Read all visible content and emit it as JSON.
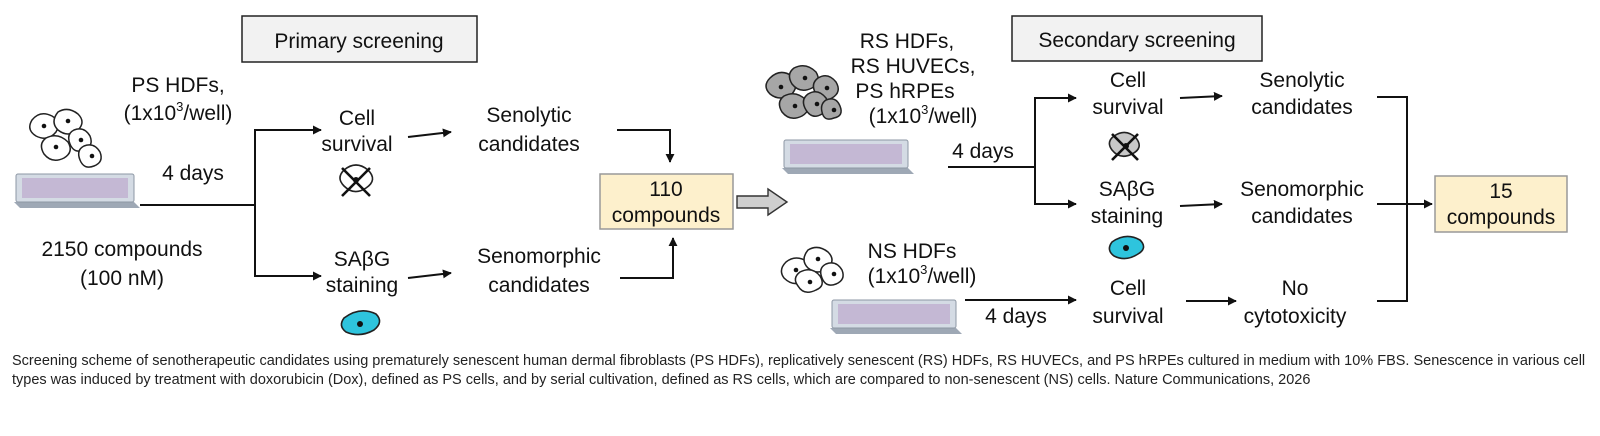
{
  "primary": {
    "header": "Primary screening",
    "cells_label_line1": "PS HDFs,",
    "cells_label_line2_pre": "(1x10",
    "cells_label_line2_sup": "3",
    "cells_label_line2_post": "/well)",
    "days": "4 days",
    "compounds_line1": "2150 compounds",
    "compounds_line2": "(100 nM)",
    "survival_line1": "Cell",
    "survival_line2": "survival",
    "stain_line1": "SAβG",
    "stain_line2": "staining",
    "senolytic_line1": "Senolytic",
    "senolytic_line2": "candidates",
    "senomorphic_line1": "Senomorphic",
    "senomorphic_line2": "candidates",
    "result_line1": "110",
    "result_line2": "compounds"
  },
  "secondary": {
    "header": "Secondary screening",
    "rs_line1": "RS HDFs,",
    "rs_line2": "RS HUVECs,",
    "rs_line3": "PS hRPEs",
    "rs_line4_pre": "(1x10",
    "rs_line4_sup": "3",
    "rs_line4_post": "/well)",
    "days_top": "4 days",
    "survival_line1": "Cell",
    "survival_line2": "survival",
    "stain_line1": "SAβG",
    "stain_line2": "staining",
    "senolytic_line1": "Senolytic",
    "senolytic_line2": "candidates",
    "senomorphic_line1": "Senomorphic",
    "senomorphic_line2": "candidates",
    "ns_line1": "NS HDFs",
    "ns_line2_pre": "(1x10",
    "ns_line2_sup": "3",
    "ns_line2_post": "/well)",
    "days_bottom": "4 days",
    "ns_survival_line1": "Cell",
    "ns_survival_line2": "survival",
    "notox_line1": "No",
    "notox_line2": "cytotoxicity",
    "result_line1": "15",
    "result_line2": "compounds"
  },
  "caption": "Screening scheme of senotherapeutic candidates using prematurely senescent human dermal fibroblasts (PS HDFs), replicatively senescent (RS) HDFs, RS HUVECs, and PS hRPEs cultured in medium with 10% FBS. Senescence in various cell types was induced by treatment with doxorubicin (Dox), defined as PS cells, and by serial cultivation, defined as RS cells, which are compared to non-senescent (NS) cells. Nature Communications, 2026",
  "colors": {
    "result_box_fill": "#fdf0cc",
    "header_box_fill": "#f2f2f2",
    "stain_cell": "#2ec4dd",
    "rs_cell": "#a6a6a6",
    "plate_wells": "#b79ac6",
    "plate_body": "#d4dbe4"
  },
  "icons": {
    "cells": "cell-cluster-icon",
    "plate": "well-plate-icon",
    "dead_cell": "crossed-cell-icon",
    "stained_cell": "stained-cell-icon",
    "big_arrow": "block-arrow-icon"
  }
}
